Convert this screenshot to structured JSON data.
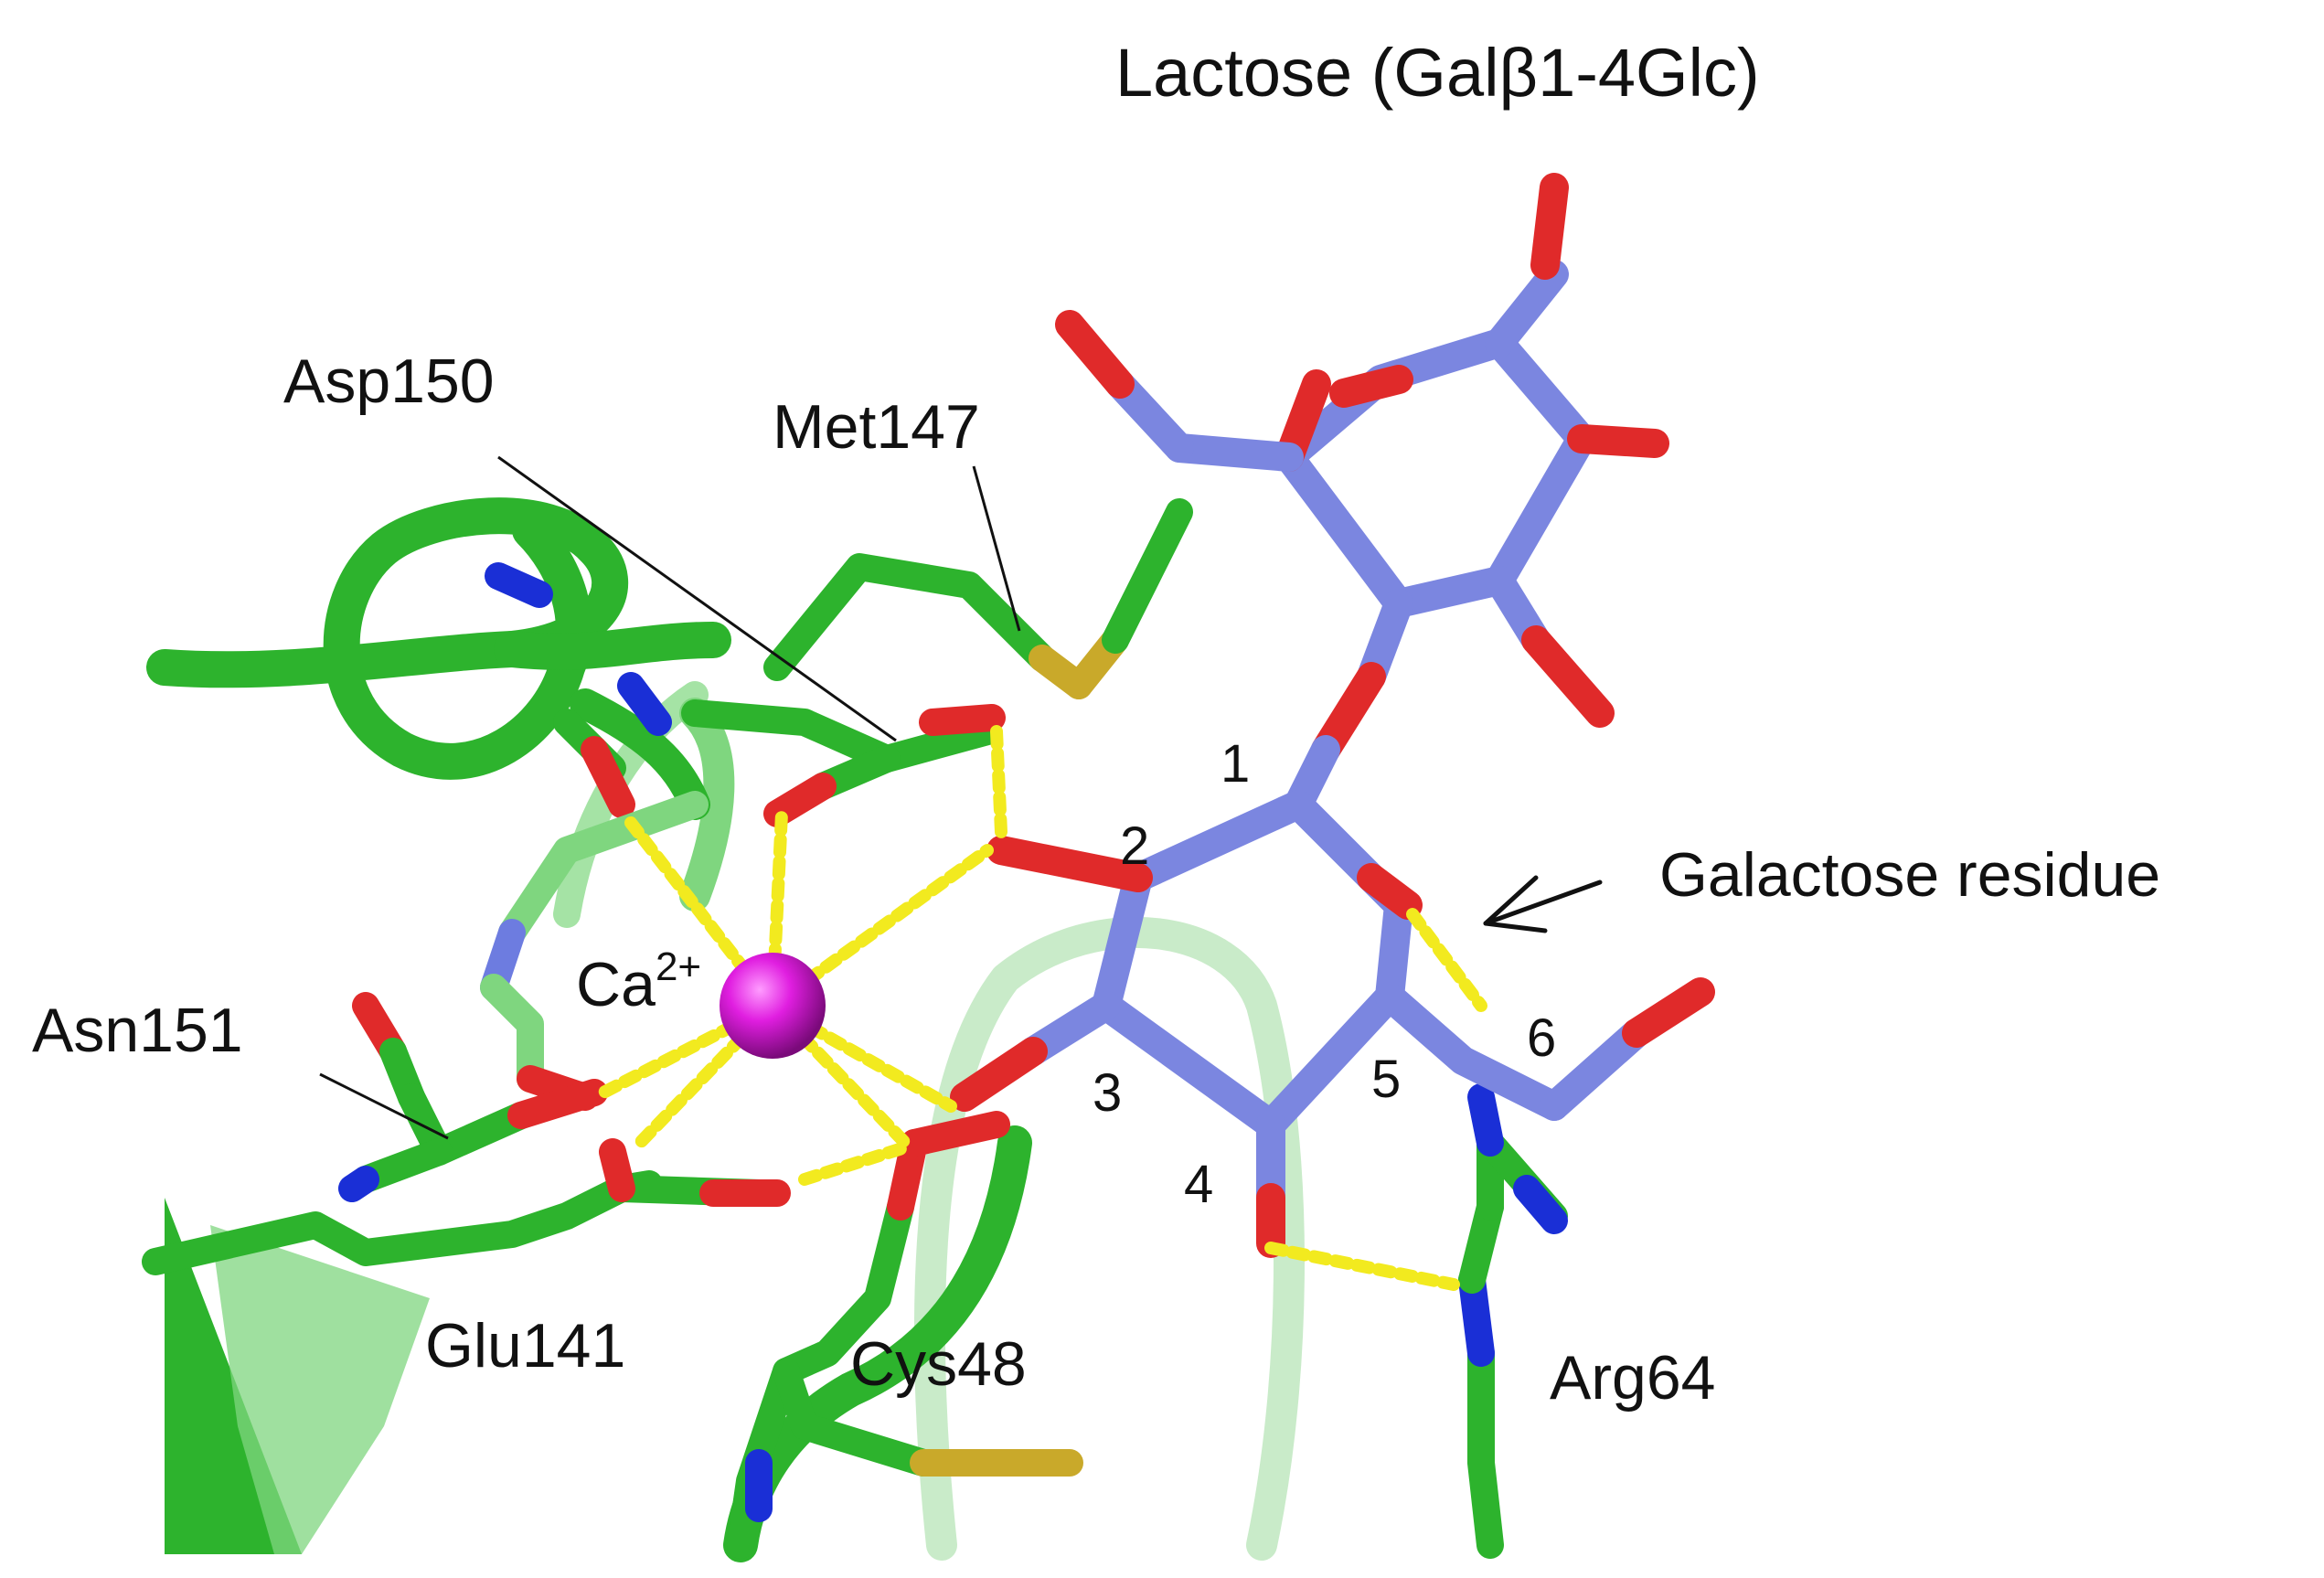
{
  "title": "Lactose (Galβ1-4Glc)",
  "labels": {
    "asp150": "Asp150",
    "met147": "Met147",
    "asn151": "Asn151",
    "glu141": "Glu141",
    "cys48": "Cys48",
    "arg64": "Arg64",
    "galactose": "Galactose residue",
    "ca_symbol": "Ca",
    "ca_charge": "2+"
  },
  "ring_positions": [
    "1",
    "2",
    "3",
    "4",
    "5",
    "6"
  ],
  "colors": {
    "protein_carbon": "#2db32d",
    "protein_carbon_light": "#7fd67f",
    "ligand_carbon": "#7b86e0",
    "oxygen": "#e02a2a",
    "nitrogen": "#1a2fd6",
    "sulfur": "#c9a92a",
    "calcium": "#e01ee0",
    "hbond": "#f2ea1f"
  }
}
